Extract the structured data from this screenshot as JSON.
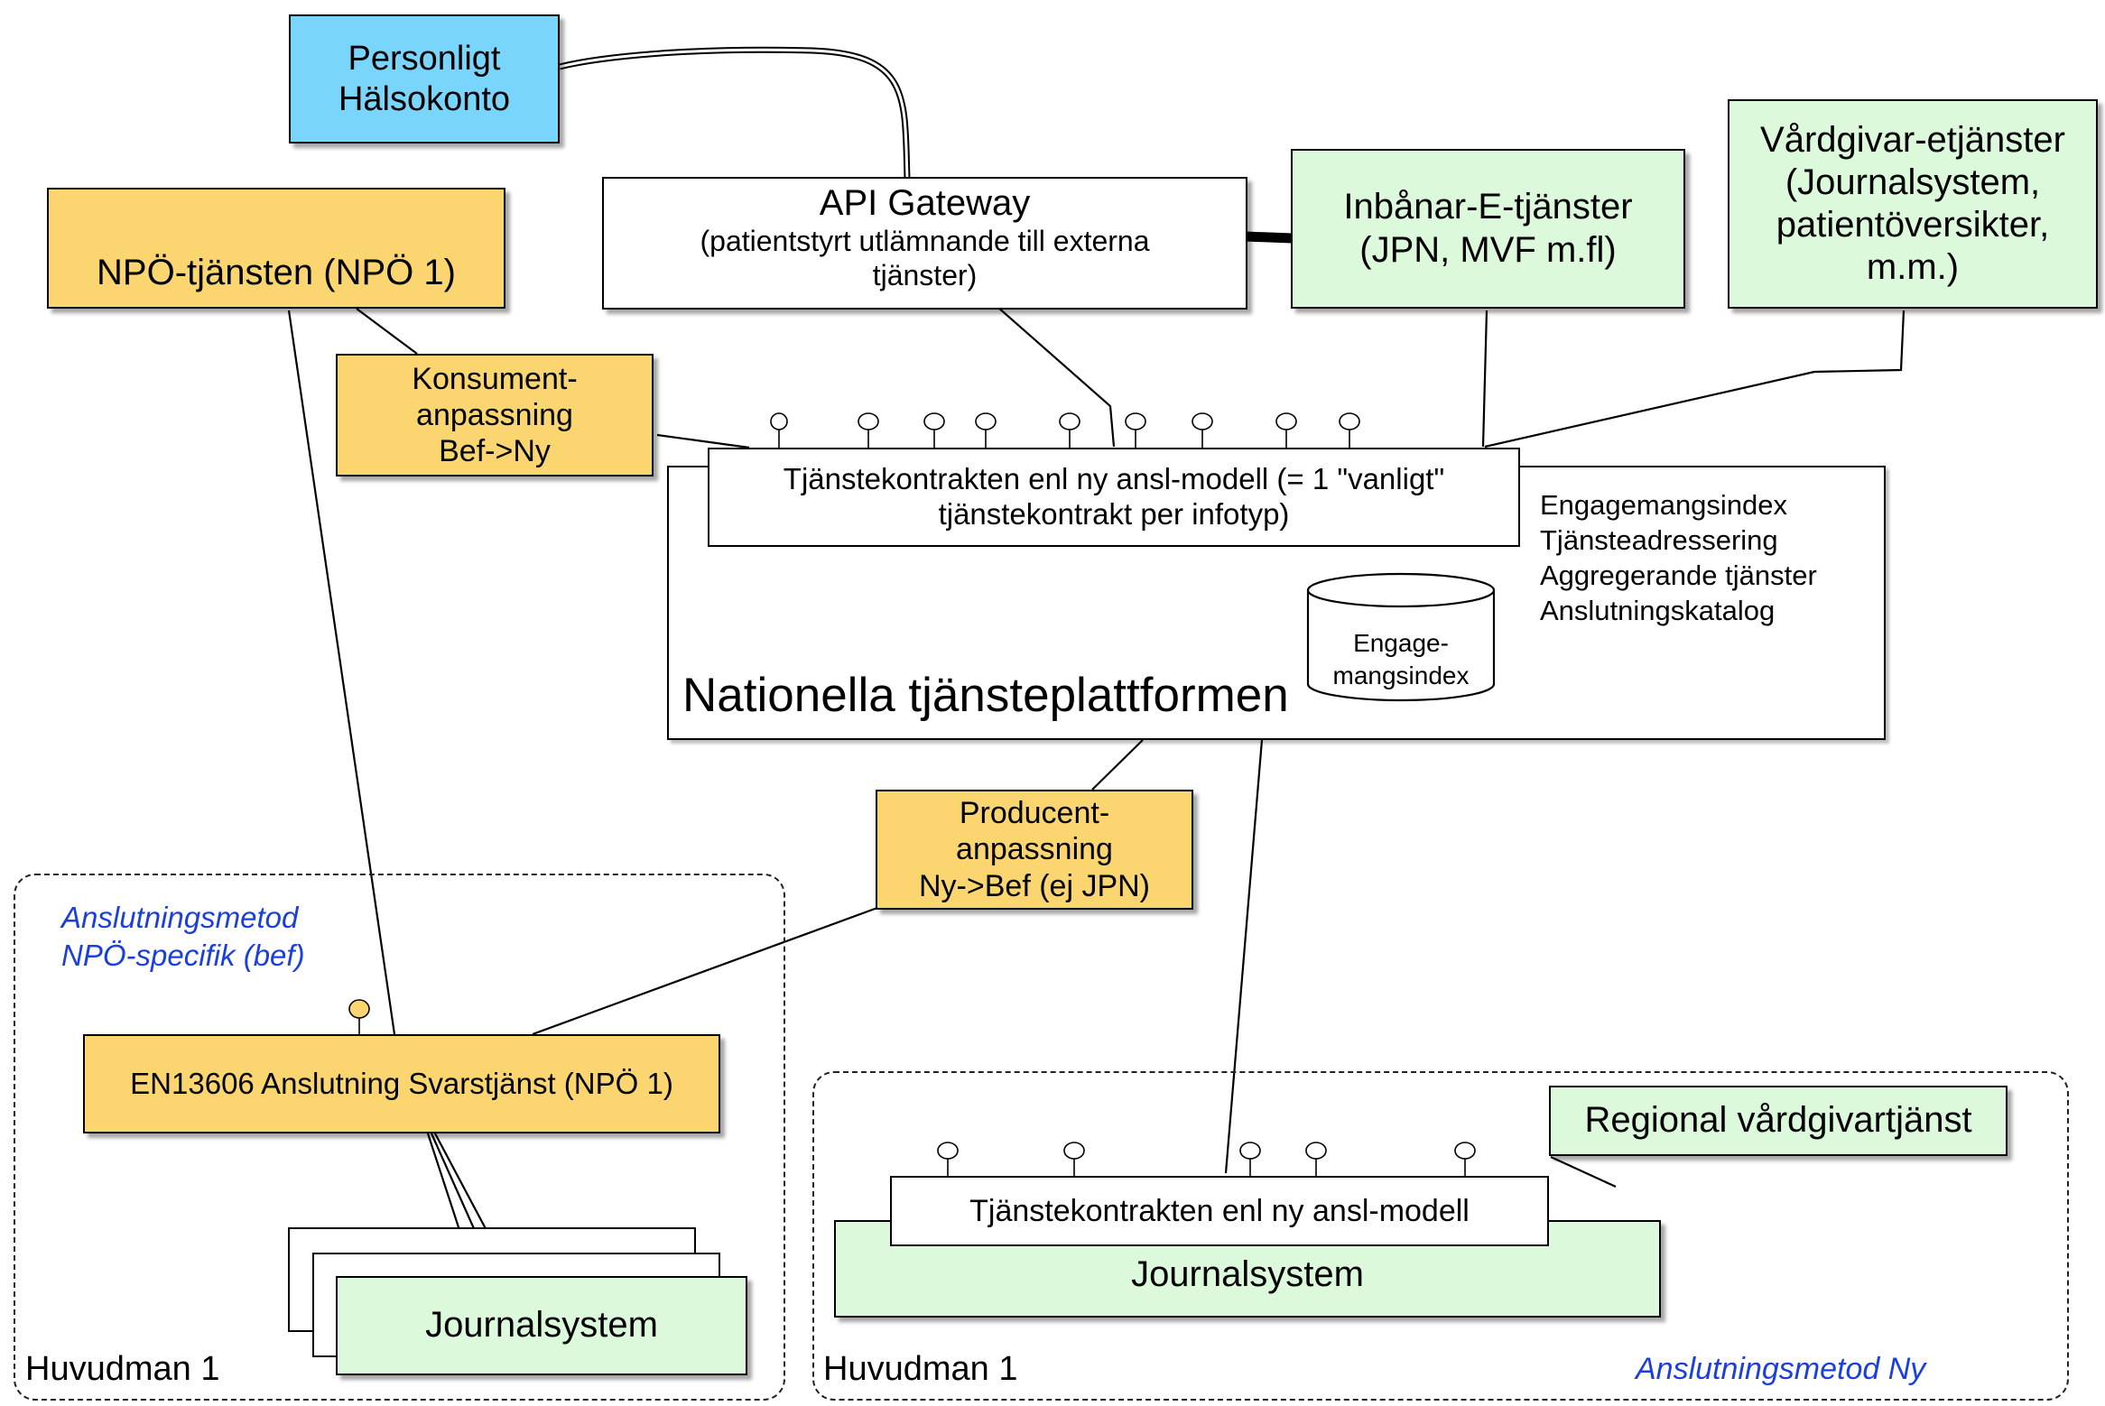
{
  "colors": {
    "blue_box": "#79d5fb",
    "yellow_box": "#fbd56f",
    "green_box": "#dcf9dc",
    "white_box": "#ffffff",
    "method_label": "#1a3fdc"
  },
  "personal_account": {
    "line1": "Personligt",
    "line2": "Hälsokonto"
  },
  "api_gateway": {
    "title": "API Gateway",
    "line2": "(patientstyrt utlämnande till externa",
    "line3": "tjänster)"
  },
  "citizen_services": {
    "line1": "Inbånar-E-tjänster",
    "line2": "(JPN, MVF m.fl)"
  },
  "provider_services": {
    "line1": "Vårdgivar-etjänster",
    "line2": "(Journalsystem,",
    "line3": "patientöversikter,",
    "line4": "m.m.)"
  },
  "npo_service": {
    "label": "NPÖ-tjänsten (NPÖ 1)"
  },
  "consumer_adapter": {
    "line1": "Konsument-",
    "line2": "anpassning",
    "line3": "Bef->Ny"
  },
  "platform": {
    "title": "Nationella tjänsteplattformen",
    "contracts_line1": "Tjänstekontrakten enl ny ansl-modell (= 1 \"vanligt\"",
    "contracts_line2": "tjänstekontrakt per infotyp)",
    "features": [
      "Engagemangsindex",
      "Tjänsteadressering",
      "Aggregerande tjänster",
      "Anslutningskatalog"
    ],
    "database_line1": "Engage-",
    "database_line2": "mangsindex"
  },
  "producer_adapter": {
    "line1": "Producent-",
    "line2": "anpassning",
    "line3": "Ny->Bef (ej JPN)"
  },
  "left_region": {
    "method_line1": "Anslutningsmetod",
    "method_line2": "NPÖ-specifik (bef)",
    "connection_label": "EN13606 Anslutning Svarstjänst (NPÖ 1)",
    "journal_label": "Journalsystem",
    "principal": "Huvudman 1"
  },
  "right_region": {
    "contracts_label": "Tjänstekontrakten enl ny ansl-modell",
    "journal_label": "Journalsystem",
    "regional_label": "Regional vårdgivartjänst",
    "principal": "Huvudman 1",
    "method": "Anslutningsmetod Ny"
  }
}
